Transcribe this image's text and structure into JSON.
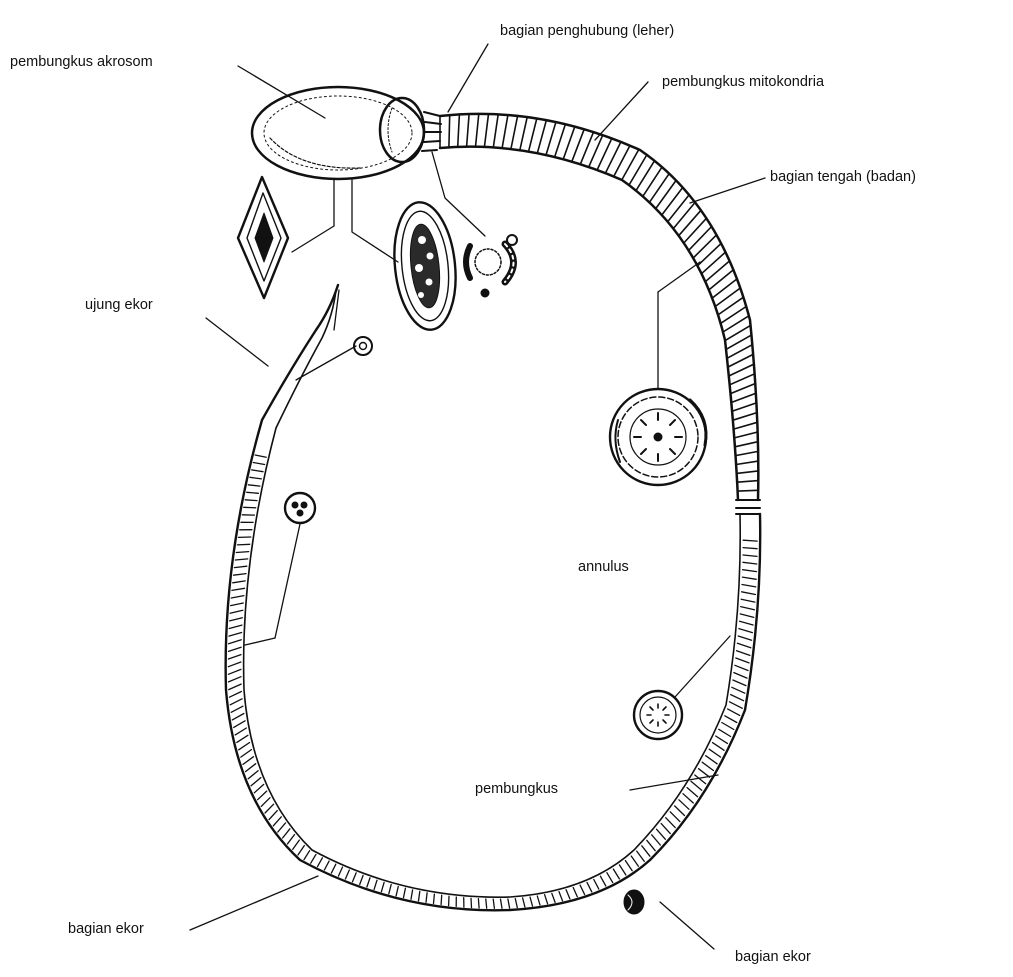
{
  "colors": {
    "ink": "#111111",
    "paper": "#ffffff"
  },
  "labels": {
    "acrosome_cap": "pembungkus akrosom",
    "neck": "bagian penghubung (leher)",
    "mitochondrial_sheath": "pembungkus mitokondria",
    "midpiece": "bagian tengah (badan)",
    "tail_tip": "ujung ekor",
    "annulus": "annulus",
    "sheath": "pembungkus",
    "tail_left": "bagian ekor",
    "tail_right": "bagian ekor"
  }
}
